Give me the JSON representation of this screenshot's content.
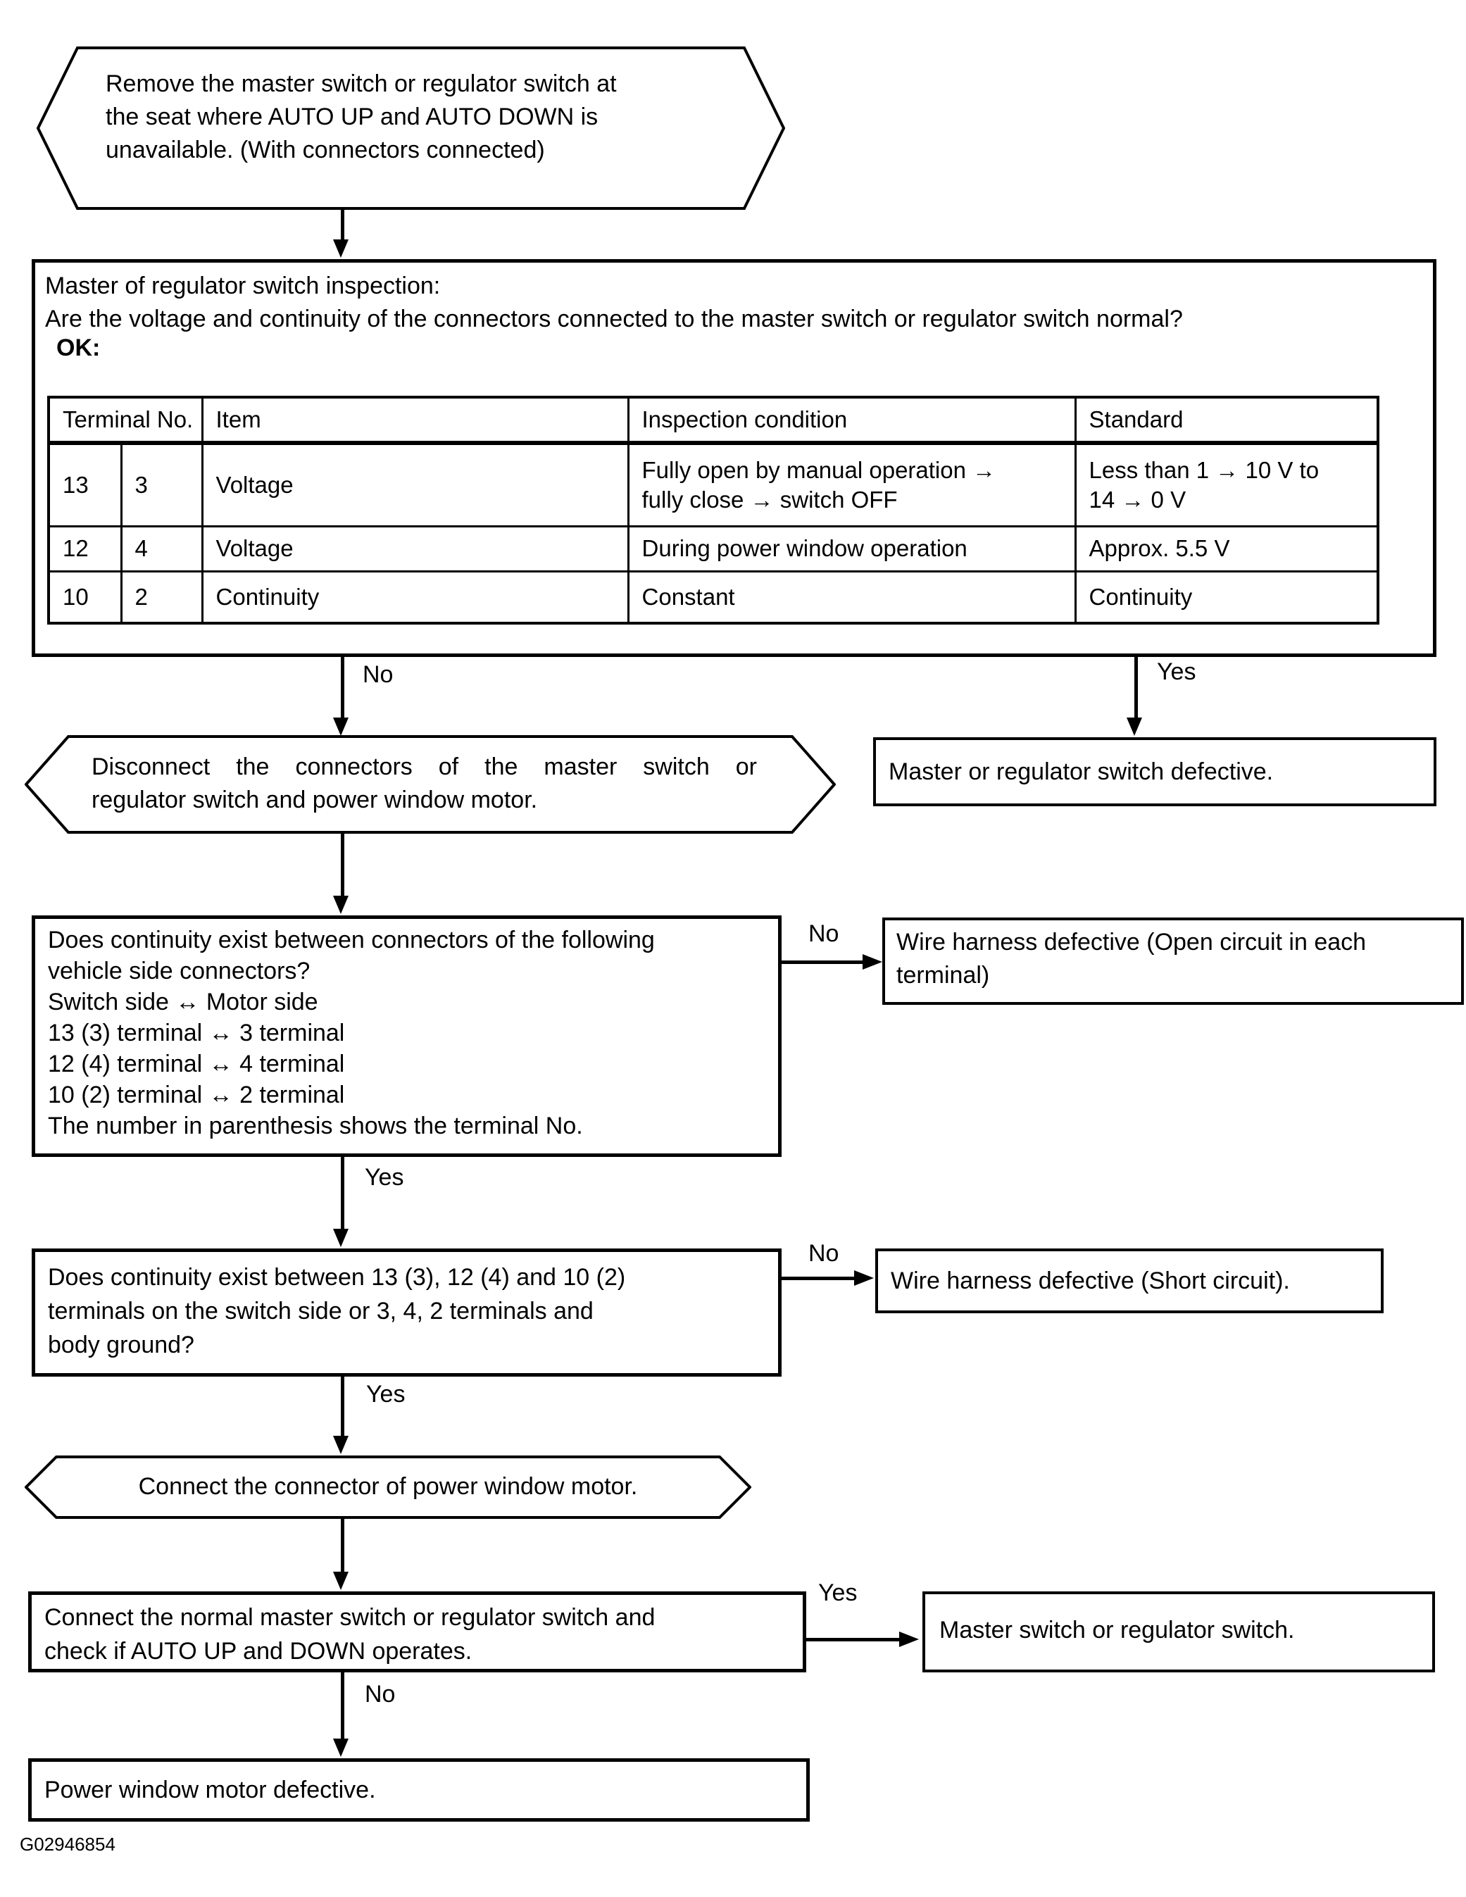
{
  "branch_labels": {
    "yes": "Yes",
    "no": "No"
  },
  "figure_id": "G02946854",
  "nodes": {
    "start": {
      "text": "Remove the master switch or regulator switch at\nthe seat where AUTO UP and AUTO DOWN is\nunavailable. (With connectors connected)"
    },
    "inspection": {
      "title": "Master of regulator switch inspection:\nAre the voltage and continuity of the connectors connected to the master switch or regulator switch normal?",
      "ok_label": "OK:",
      "table": {
        "headers": {
          "terminal_no": "Terminal No.",
          "item": "Item",
          "inspection_condition": "Inspection condition",
          "standard": "Standard"
        },
        "rows": [
          {
            "terminal_a": "13",
            "terminal_b": "3",
            "item": "Voltage",
            "condition": "Fully open by manual operation →\nfully close → switch OFF",
            "standard": "Less than 1 → 10 V to\n14 → 0 V"
          },
          {
            "terminal_a": "12",
            "terminal_b": "4",
            "item": "Voltage",
            "condition": "During power window operation",
            "standard": "Approx. 5.5 V"
          },
          {
            "terminal_a": "10",
            "terminal_b": "2",
            "item": "Continuity",
            "condition": "Constant",
            "standard": "Continuity"
          }
        ]
      }
    },
    "switch_defective": {
      "text": "Master or regulator switch defective."
    },
    "disconnect": {
      "line1": "Disconnect the connectors of the master switch or",
      "line2": "regulator switch and power window motor."
    },
    "continuity_question": {
      "text": "Does continuity exist between connectors of the following\nvehicle side connectors?\nSwitch side ↔ Motor side\n13 (3) terminal ↔ 3 terminal\n12 (4) terminal ↔ 4 terminal\n10 (2) terminal ↔ 2 terminal\nThe number in parenthesis shows the terminal No."
    },
    "open_circuit": {
      "text": "Wire harness defective (Open circuit in each\nterminal)"
    },
    "ground_question": {
      "text": "Does continuity exist between 13 (3), 12 (4) and 10 (2)\nterminals on the switch side or 3, 4, 2 terminals and\nbody ground?"
    },
    "short_circuit": {
      "text": "Wire harness defective (Short circuit)."
    },
    "connect_motor": {
      "text": "Connect the connector of power window motor."
    },
    "connect_normal": {
      "text": "Connect the normal master switch or regulator switch and\ncheck if AUTO UP and DOWN operates."
    },
    "master_switch": {
      "text": "Master switch or regulator switch."
    },
    "motor_defective": {
      "text": "Power window motor defective."
    }
  }
}
